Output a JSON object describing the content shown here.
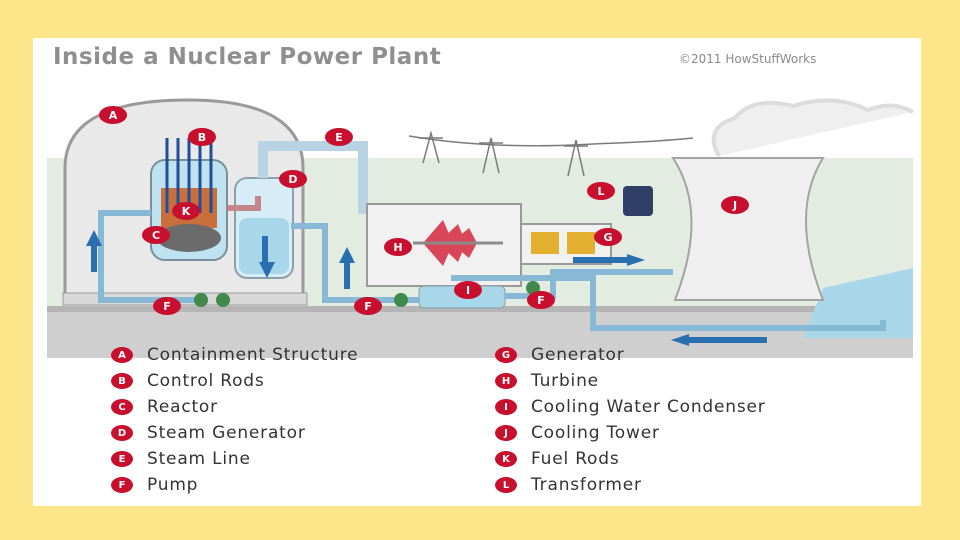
{
  "title": "Inside a Nuclear Power Plant",
  "copyright": "©2011 HowStuffWorks",
  "colors": {
    "page_background": "#fde68a",
    "badge": "#c8102e",
    "water": "#a9d7ea",
    "pipe": "#87b9d6",
    "arrow": "#2a6fb0",
    "ground": "#c9c9c9"
  },
  "diagram_labels": {
    "a": "A",
    "b": "B",
    "c": "C",
    "d": "D",
    "e": "E",
    "f1": "F",
    "f2": "F",
    "f3": "F",
    "g": "G",
    "h": "H",
    "i": "I",
    "j": "J",
    "k": "K",
    "l": "L"
  },
  "legend": [
    {
      "letter": "A",
      "label": "Containment Structure"
    },
    {
      "letter": "B",
      "label": "Control Rods"
    },
    {
      "letter": "C",
      "label": "Reactor"
    },
    {
      "letter": "D",
      "label": "Steam Generator"
    },
    {
      "letter": "E",
      "label": "Steam Line"
    },
    {
      "letter": "F",
      "label": "Pump"
    },
    {
      "letter": "G",
      "label": "Generator"
    },
    {
      "letter": "H",
      "label": "Turbine"
    },
    {
      "letter": "I",
      "label": "Cooling Water Condenser"
    },
    {
      "letter": "J",
      "label": "Cooling Tower"
    },
    {
      "letter": "K",
      "label": "Fuel Rods"
    },
    {
      "letter": "L",
      "label": "Transformer"
    }
  ]
}
